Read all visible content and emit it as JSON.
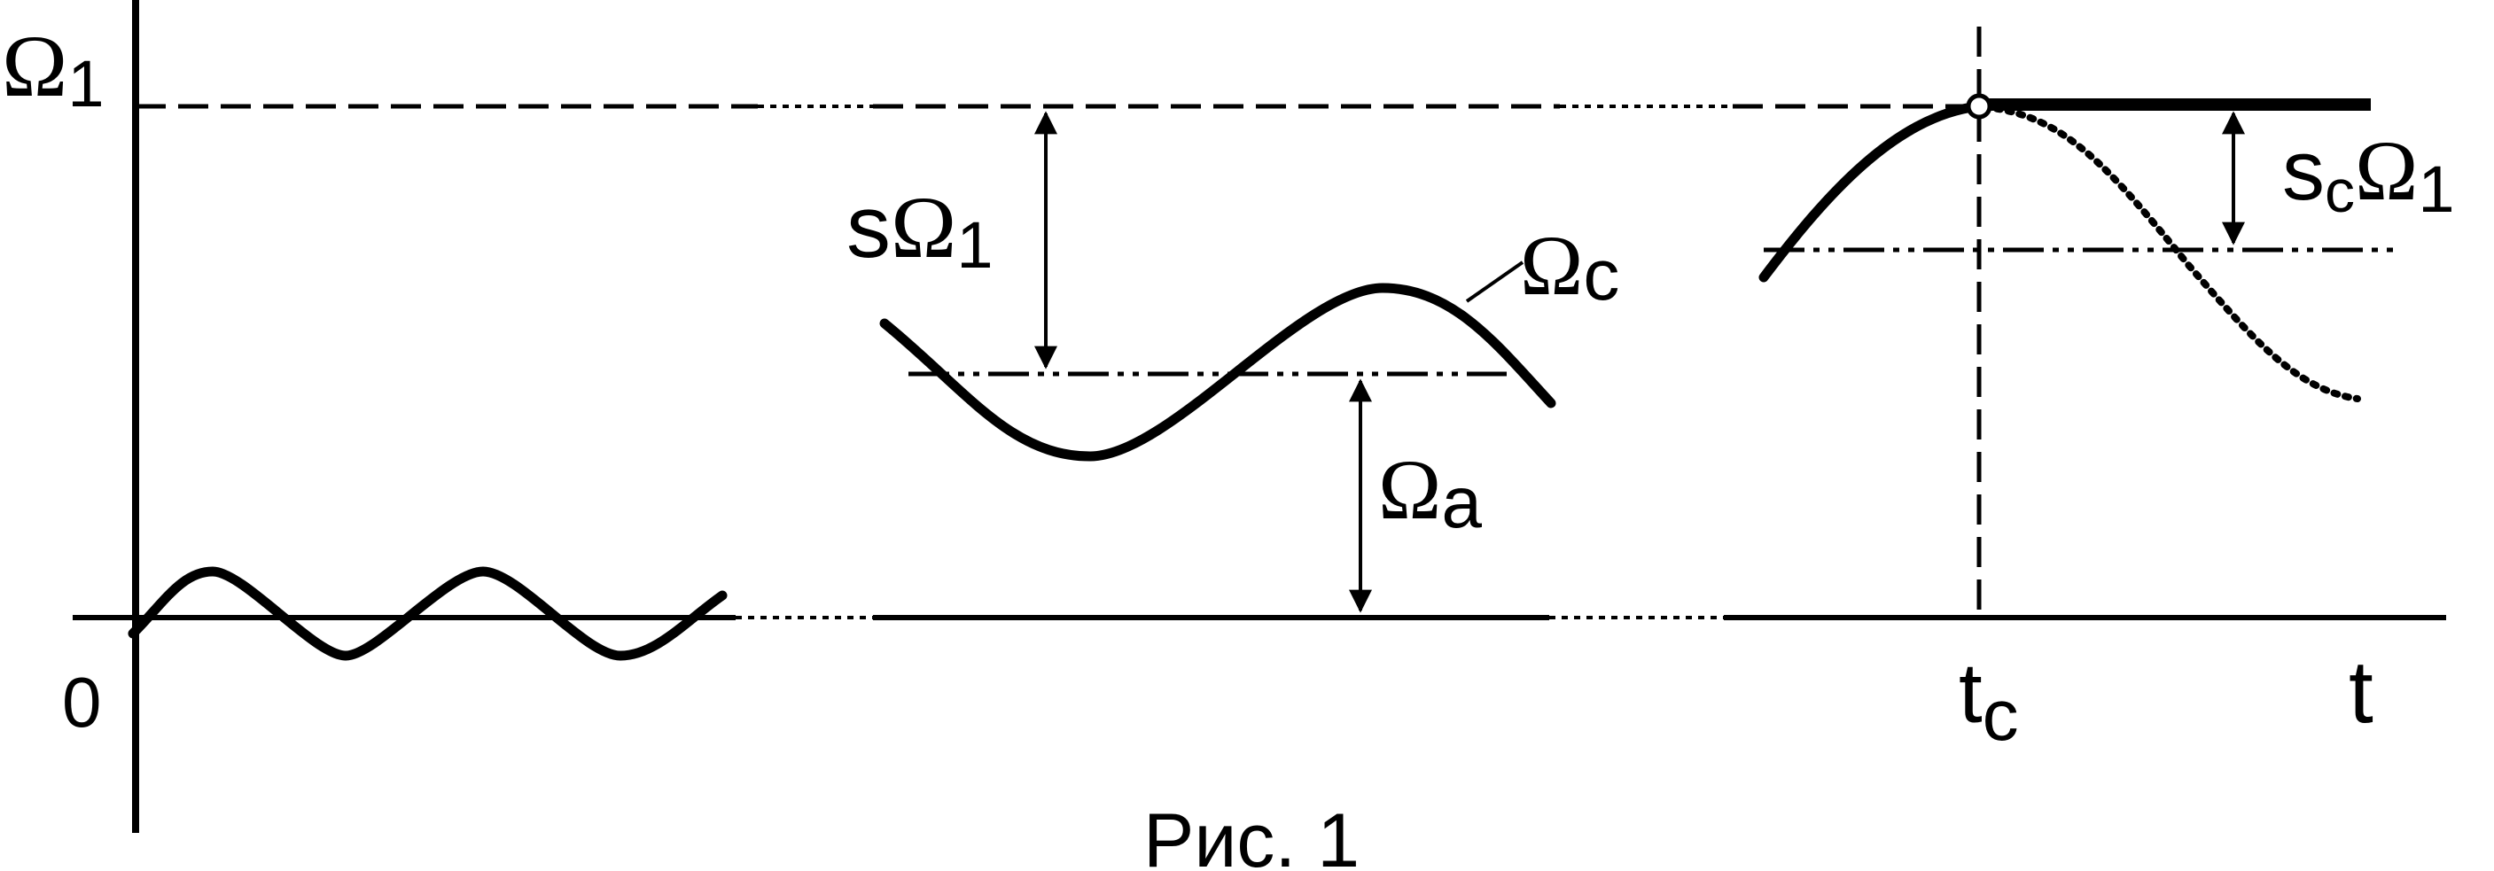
{
  "labels": {
    "y_top": {
      "symbol": "Ω",
      "sub": "1"
    },
    "origin": "0",
    "slip": {
      "prefix": "s",
      "symbol": "Ω",
      "sub": "1"
    },
    "omega_c": {
      "symbol": "Ω",
      "sub": "c"
    },
    "omega_a": {
      "symbol": "Ω",
      "sub": "a"
    },
    "slip_c": {
      "prefix": "s",
      "prefix_sub": "c",
      "symbol": "Ω",
      "sub": "1"
    },
    "t_c": {
      "symbol": "t",
      "sub": "c"
    },
    "t": "t"
  },
  "caption": "Рис. 1",
  "colors": {
    "ink": "#000000",
    "background": "#ffffff"
  }
}
